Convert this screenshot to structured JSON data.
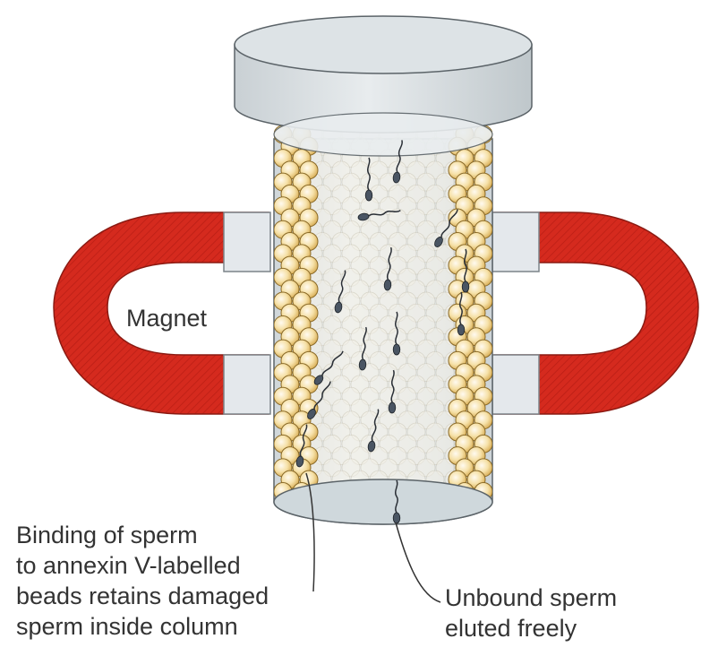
{
  "labels": {
    "magnet": "Magnet",
    "binding_lines": [
      "Binding of sperm",
      "to annexin V-labelled",
      "beads retains damaged",
      "sperm inside column"
    ],
    "unbound_lines": [
      "Unbound sperm",
      "eluted freely"
    ]
  },
  "colors": {
    "magnet_red": "#d52a1e",
    "magnet_pole": "#e4e8ec",
    "bead": "#f1d594",
    "column_glass": "#dfe4e6",
    "cap": "#dde3e6",
    "sperm": "#2a2f36"
  },
  "bead_rows": 32,
  "sperm_count": 16
}
